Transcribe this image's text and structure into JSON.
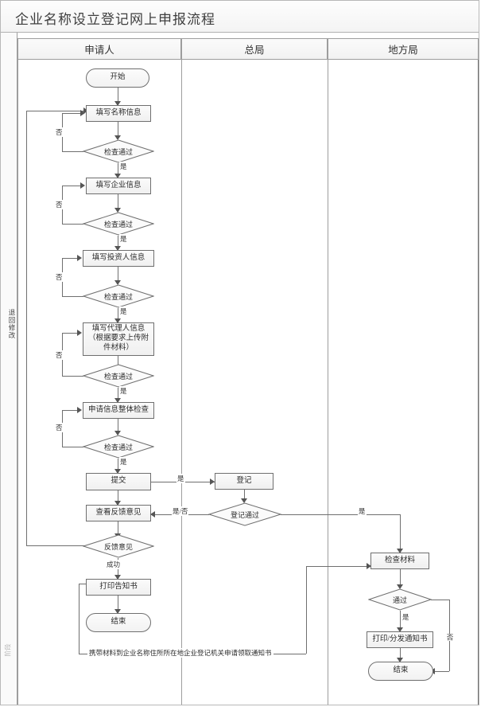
{
  "title": "企业名称设立登记网上申报流程",
  "lanes": [
    {
      "id": "applicant",
      "label": "申请人"
    },
    {
      "id": "headquarters",
      "label": "总局"
    },
    {
      "id": "local_bureau",
      "label": "地方局"
    }
  ],
  "side_label": "退回修改",
  "corner_label": "阶段",
  "edge_labels": {
    "no": "否",
    "yes": "是",
    "yes_no": "是/否",
    "success": "成功"
  },
  "nodes": {
    "start": "开始",
    "fill_name": "填写名称信息",
    "check1": "检查通过",
    "fill_company": "填写企业信息",
    "check2": "检查通过",
    "fill_investor": "填写投资人信息",
    "check3": "检查通过",
    "fill_agent": "填写代理人信息（根据要求上传附件材料）",
    "check4": "检查通过",
    "overall_check": "申请信息整体检查",
    "check5": "检查通过",
    "submit": "提交",
    "view_feedback": "查看反馈意见",
    "feedback": "反馈意见",
    "print_notice": "打印告知书",
    "end_applicant": "结束",
    "register": "登记",
    "register_pass": "登记通过",
    "check_materials": "检查材料",
    "pass": "通过",
    "print_distribute": "打印/分发通知书",
    "end_local": "结束"
  },
  "bottom_note": "携带材料到企业名称住所所在地企业登记机关申请领取通知书",
  "colors": {
    "node_border": "#6f6f6f",
    "line": "#6f6f6f",
    "header_bg": "#f2f2f2",
    "frame": "#b8b8b8"
  }
}
